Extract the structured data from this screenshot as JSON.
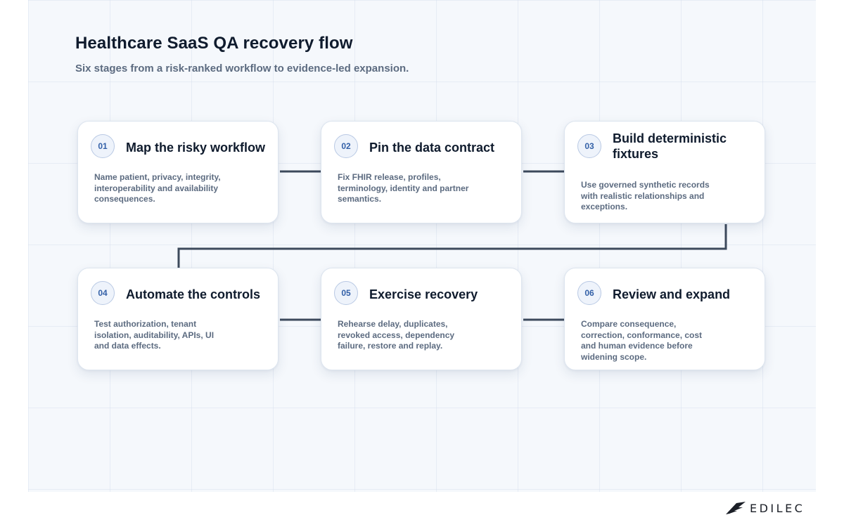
{
  "header": {
    "title": "Healthcare SaaS QA recovery flow",
    "subtitle": "Six stages from a risk-ranked workflow to evidence-led expansion."
  },
  "steps": [
    {
      "number": "01",
      "title": "Map the risky workflow",
      "description": "Name patient, privacy, integrity, interoperability and availability consequences."
    },
    {
      "number": "02",
      "title": "Pin the data contract",
      "description": "Fix FHIR release, profiles, terminology, identity and partner semantics."
    },
    {
      "number": "03",
      "title": "Build deterministic fixtures",
      "description": "Use governed synthetic records with realistic relationships and exceptions."
    },
    {
      "number": "04",
      "title": "Automate the controls",
      "description": "Test authorization, tenant isolation, auditability, APIs, UI and data effects."
    },
    {
      "number": "05",
      "title": "Exercise recovery",
      "description": "Rehearse delay, duplicates, revoked access, dependency failure, restore and replay."
    },
    {
      "number": "06",
      "title": "Review and expand",
      "description": "Compare consequence, correction, conformance, cost and human evidence before widening scope."
    }
  ],
  "brand": {
    "name": "EDILEC",
    "icon": "edilec-wing-logo-icon"
  },
  "colors": {
    "connector": "#3d4a5c",
    "badge_text": "#3461a8",
    "title_text": "#0f1b2d",
    "body_text": "#5c6b80"
  }
}
